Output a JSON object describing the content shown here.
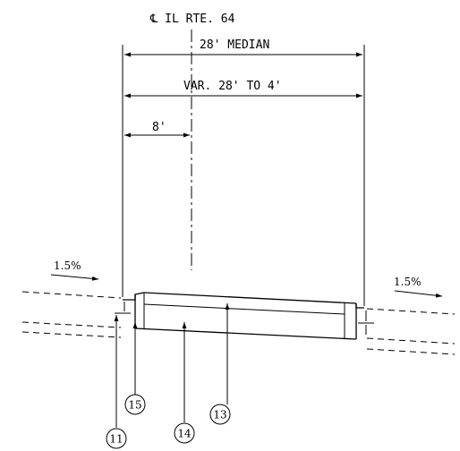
{
  "labels": {
    "centerline": "℄ IL RTE. 64",
    "median_width": "28' MEDIAN",
    "variable_width": "VAR. 28' TO 4'",
    "offset": "8'",
    "slope_left": "1.5%",
    "slope_right": "1.5%"
  },
  "callouts": [
    {
      "id": "callout-11",
      "text": "11"
    },
    {
      "id": "callout-15",
      "text": "15"
    },
    {
      "id": "callout-14",
      "text": "14"
    },
    {
      "id": "callout-13",
      "text": "13"
    }
  ]
}
